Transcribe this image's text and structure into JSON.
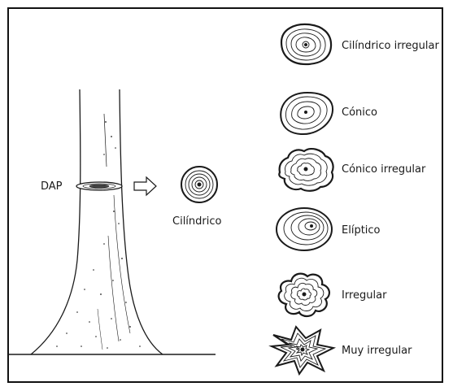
{
  "diagram": {
    "trunk_label": "DAP",
    "center_label": "Cilíndrico",
    "shapes": [
      {
        "key": "cilindrico-irregular",
        "label": "Cilíndrico irregular"
      },
      {
        "key": "conico",
        "label": "Cónico"
      },
      {
        "key": "conico-irregular",
        "label": "Cónico irregular"
      },
      {
        "key": "eliptico",
        "label": "Elíptico"
      },
      {
        "key": "irregular",
        "label": "Irregular"
      },
      {
        "key": "muy-irregular",
        "label": "Muy irregular"
      }
    ]
  },
  "colors": {
    "ink": "#1a1a1a",
    "frame": "#111111",
    "background": "#ffffff"
  }
}
